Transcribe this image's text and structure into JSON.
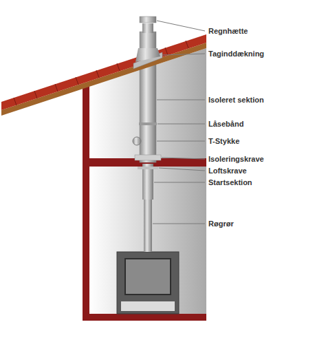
{
  "diagram": {
    "labels": [
      "Regnhætte",
      "Taginddækning",
      "Isoleret sektion",
      "Låsebånd",
      "T-Stykke",
      "Isoleringskrave",
      "Loftskrave",
      "Startsektion",
      "Røgrør"
    ]
  }
}
